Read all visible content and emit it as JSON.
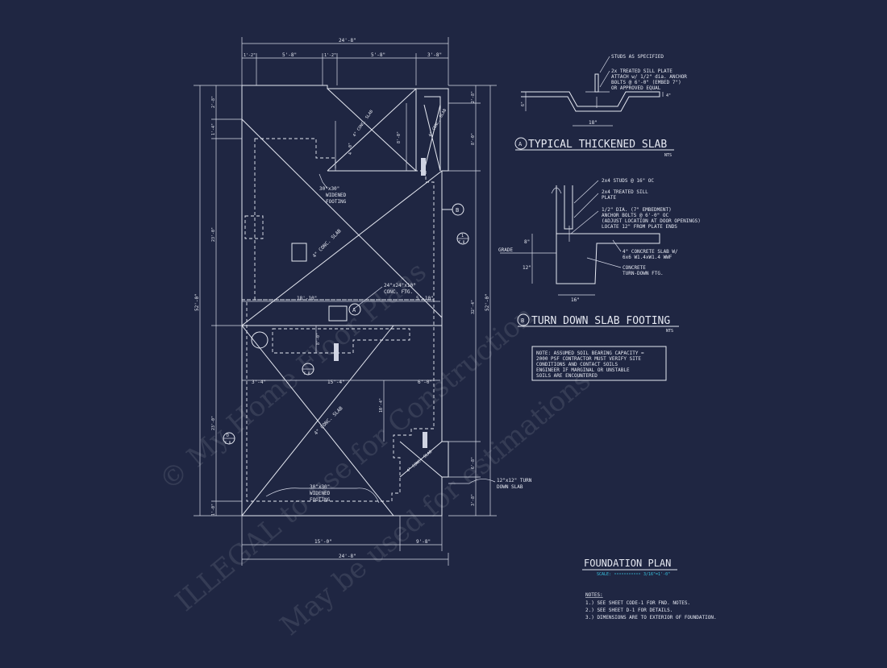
{
  "plan": {
    "dims": {
      "top_overall": "24'-8\"",
      "top_seg1": "1'-2\"",
      "top_seg2": "5'-8\"",
      "top_seg3": "1'-2\"",
      "top_seg4": "5'-8\"",
      "top_seg5": "3'-8\"",
      "bottom_overall": "24'-8\"",
      "bottom_seg1": "15'-0\"",
      "bottom_seg2": "9'-8\"",
      "left_overall": "52'-0\"",
      "left_seg1": "2'-8\"",
      "left_seg2": "1'-4\"",
      "left_seg3": "23'-0\"",
      "left_seg4": "23'-0\"",
      "left_seg5": "1'-0\"",
      "right_overall": "52'-0\"",
      "right_seg1": "2'-8\"",
      "right_seg2": "8'-0\"",
      "right_seg3": "32'-4\"",
      "right_seg4": "6'-8\"",
      "right_seg5": "3'-8\"",
      "mid_18": "18'-10\"",
      "mid_5": "5'-10\"",
      "mid_3": "3'-4\"",
      "mid_15": "15'-4\"",
      "mid_6": "6'-0\"",
      "v_10": "10'-4\"",
      "v_8a": "8'-0\"",
      "v_8b": "8'-0\"",
      "v_4": "4'-0\""
    },
    "callouts": {
      "widened_top": [
        "30\"x30\"",
        "WIDENED",
        "FOOTING"
      ],
      "widened_bottom": [
        "30\"x30\"",
        "WIDENED",
        "FOOTING"
      ],
      "conc_ftg": [
        "24\"x24\"x10\"",
        "CONC. FTG."
      ],
      "turn_down": [
        "12\"x12\" TURN",
        "DOWN SLAB"
      ],
      "slab_label": "4\" CONC. SLAB"
    },
    "tags": {
      "b_letter": "B",
      "b_sheet": "1",
      "b_sub": "F.B",
      "a_letter": "A",
      "a_sub": "F.B",
      "d_letter": "D",
      "d_sub": "F.B"
    }
  },
  "detail_a": {
    "label_studs": "STUDS AS SPECIFIED",
    "label_sill": [
      "2x TREATED SILL PLATE",
      "ATTACH w/ 1/2\" dia. ANCHOR",
      "BOLTS @ 6'-0\" (EMBED 7\")",
      "OR APPROVED EQUAL"
    ],
    "dim_width": "18\"",
    "dim_depth": "6\"",
    "dim_slab": "4\"",
    "tag": "A",
    "title": "TYPICAL THICKENED SLAB",
    "scale": "NTS"
  },
  "detail_b": {
    "label_studs": "2x4 STUDS @ 16\" OC",
    "label_sill": [
      "2x4 TREATED SILL",
      "PLATE"
    ],
    "label_bolts": [
      "1/2\" DIA. (7\" EMBEDMENT)",
      "ANCHOR BOLTS @ 6'-0\" OC",
      "(ADJUST LOCATION AT DOOR OPENINGS)",
      "LOCATE 12\" FROM PLATE ENDS"
    ],
    "label_slab": [
      "4\" CONCRETE SLAB W/",
      "6x6 W1.4xW1.4 WWF"
    ],
    "label_concrete": [
      "CONCRETE",
      "TURN-DOWN FTG."
    ],
    "grade": "GRADE",
    "dim_8": "8\"",
    "dim_12": "12\"",
    "dim_16": "16\"",
    "tag": "B",
    "title": "TURN DOWN SLAB FOOTING",
    "scale": "NTS"
  },
  "soil_note": [
    "NOTE: ASSUMED SOIL BEARING CAPACITY =",
    "2000 PSF CONTRACTOR MUST VERIFY SITE",
    "CONDITIONS AND CONTACT SOILS",
    "ENGINEER IF MARGINAL OR UNSTABLE",
    "SOILS ARE ENCOUNTERED"
  ],
  "title_block": {
    "title": "FOUNDATION PLAN",
    "scale_label": "SCALE:",
    "scale_value": "3/16\"=1'-0\"",
    "notes_heading": "NOTES:",
    "notes": [
      "1.) SEE SHEET CODE-1 FOR FND. NOTES.",
      "2.) SEE SHEET D-1 FOR DETAILS.",
      "3.) DIMENSIONS ARE TO EXTERIOR OF FOUNDATION."
    ]
  },
  "watermark": [
    "© My Home Floor Plans",
    "ILLEGAL to use for Construction",
    "May be used for estimations"
  ],
  "colors": {
    "background": "#1f2642",
    "ink": "#e6e9f2",
    "accent": "#36c3e0"
  }
}
